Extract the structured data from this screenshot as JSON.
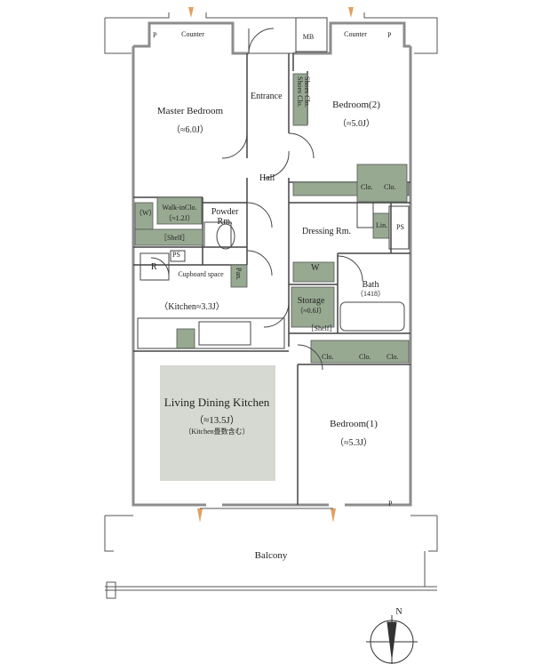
{
  "rooms": {
    "master_bedroom": {
      "name": "Master Bedroom",
      "size": "（≈6.0J）"
    },
    "bedroom2": {
      "name": "Bedroom(2)",
      "size": "（≈5.0J）"
    },
    "bedroom1": {
      "name": "Bedroom(1)",
      "size": "（≈5.3J）"
    },
    "ldk": {
      "name": "Living Dining Kitchen",
      "size": "（≈13.5J）",
      "note": "（Kitchen畳数含む）"
    },
    "kitchen": {
      "label": "（Kitchen≈3.3J）"
    },
    "entrance": "Entrance",
    "hall": "Hall",
    "dressing": "Dressing Rm.",
    "bath": {
      "name": "Bath",
      "size": "（1418）"
    },
    "powder": {
      "line1": "Powder",
      "line2": "Rm."
    },
    "walkin": {
      "name": "Walk-inClo.",
      "size": "（≈1.2J）",
      "w": "（W）",
      "shelf": "［Shelf］"
    },
    "storage": {
      "name": "Storage",
      "size": "（≈0.6J）",
      "shelf": "［Shelf］"
    },
    "cupboard": "Cupboard space",
    "balcony": "Balcony"
  },
  "fixtures": {
    "counter_left": "Counter",
    "counter_right": "Counter",
    "mb": "MB",
    "p_top_left": "P",
    "p_top_right": "P",
    "p_bottom": "P",
    "ps_right": "PS",
    "ps_kitchen": "PS",
    "r": "R",
    "pan": "Pan.",
    "lin": "Lin.",
    "w": "W",
    "shoes_clo_a": "Shoes Clo.",
    "shoes_clo_b": "Shoes Clo.",
    "clo_labels": [
      "Clo.",
      "Clo.",
      "Clo.",
      "Clo.",
      "Clo."
    ]
  },
  "compass": {
    "north": "N"
  },
  "colors": {
    "wall": "#9a9a9a",
    "line": "#444444",
    "storage_green": "#97a991",
    "ldk_fill": "#d5d9d1",
    "sash_orange": "#e3a060"
  }
}
